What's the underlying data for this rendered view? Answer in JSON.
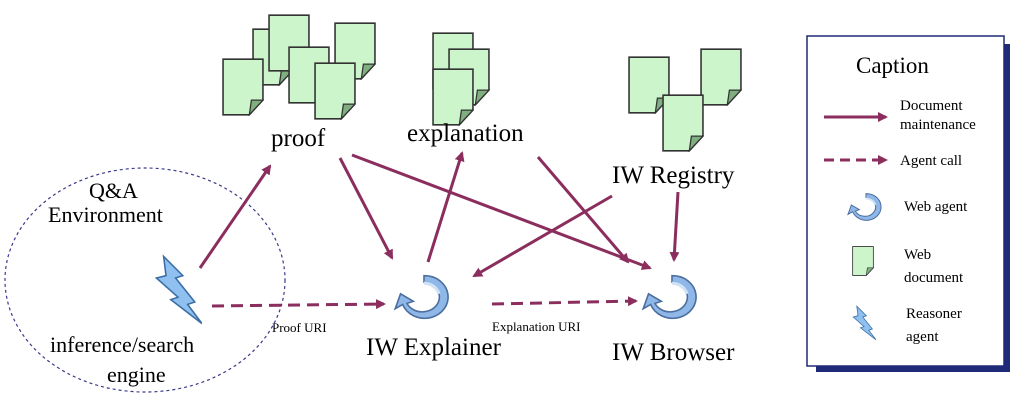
{
  "colors": {
    "arrow": "#8B2E5E",
    "doc_fill": "#CCF5CC",
    "doc_fold": "#7FAF7F",
    "agent_fill": "#8FB8E8",
    "caption_shadow": "#1F2A78",
    "circle_stroke": "#3A3A8C"
  },
  "nodes": {
    "proof": "proof",
    "explanation": "explanation",
    "registry": "IW Registry",
    "explainer": "IW Explainer",
    "browser": "IW Browser",
    "qa_line1": "Q&A",
    "qa_line2": "Environment",
    "engine_line1": "inference/search",
    "engine_line2": "engine"
  },
  "edge_labels": {
    "proof_uri": "Proof URI",
    "explanation_uri": "Explanation URI"
  },
  "caption": {
    "title": "Caption",
    "items": [
      {
        "icon": "solid-arrow",
        "line1": "Document",
        "line2": "maintenance"
      },
      {
        "icon": "dashed-arrow",
        "line1": "Agent call",
        "line2": ""
      },
      {
        "icon": "web-agent",
        "line1": "Web agent",
        "line2": ""
      },
      {
        "icon": "web-document",
        "line1": "Web",
        "line2": "document"
      },
      {
        "icon": "reasoner-agent",
        "line1": "Reasoner",
        "line2": "agent"
      }
    ]
  }
}
